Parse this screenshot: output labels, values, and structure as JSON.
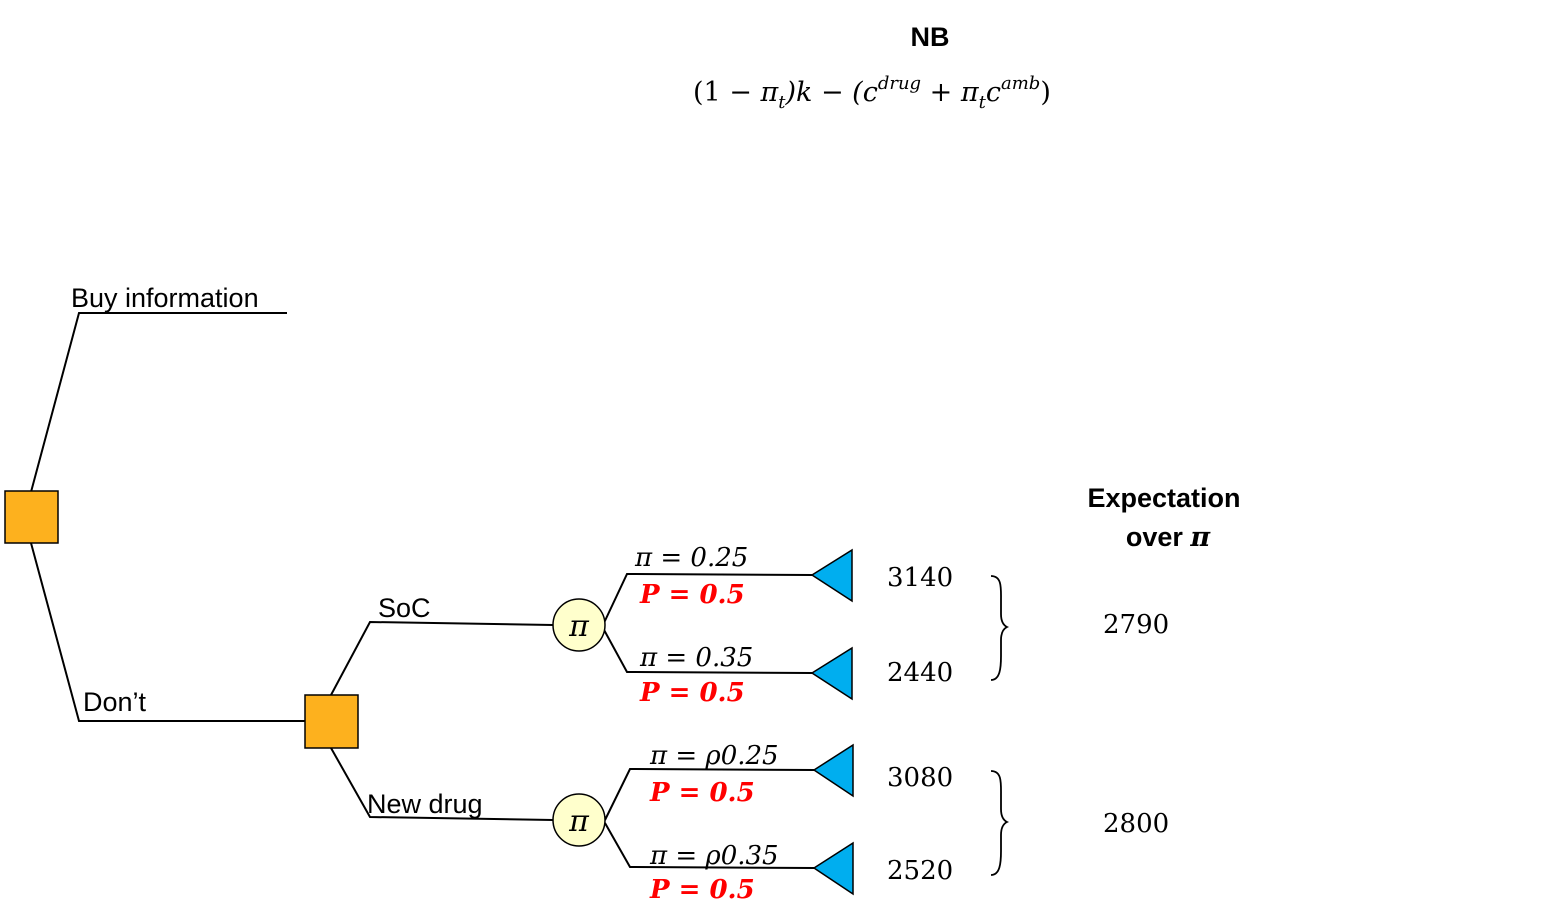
{
  "header": {
    "nb_title": "NB",
    "formula": {
      "open": "(1 − ",
      "pi": "π",
      "sub_t": "t",
      "mid": ")k − (c",
      "sup_drug": "drug",
      "plus": " + ",
      "pi2": "π",
      "sub_t2": "t",
      "c2": "c",
      "sup_amb": "amb",
      "close": ")"
    }
  },
  "expectation_header": {
    "line1": "Expectation",
    "line2_prefix": "over ",
    "line2_symbol": "π"
  },
  "root": {
    "branches": [
      {
        "label": "Buy information"
      },
      {
        "label": "Don’t"
      }
    ]
  },
  "decision": {
    "branches": [
      {
        "label": "SoC",
        "chance_symbol": "π",
        "expectation": "2790",
        "outcomes": [
          {
            "pi_label": "π = 0.25",
            "prob_label": "P = 0.5",
            "value": "3140"
          },
          {
            "pi_label": "π = 0.35",
            "prob_label": "P = 0.5",
            "value": "2440"
          }
        ]
      },
      {
        "label": "New drug",
        "chance_symbol": "π",
        "expectation": "2800",
        "outcomes": [
          {
            "pi_label": "π = ρ0.25",
            "prob_label": "P = 0.5",
            "value": "3080"
          },
          {
            "pi_label": "π = ρ0.35",
            "prob_label": "P = 0.5",
            "value": "2520"
          }
        ]
      }
    ]
  },
  "colors": {
    "decision_node": "#FDB11E",
    "chance_node": "#FFFFCC",
    "terminal_node": "#00AEEF",
    "probability_text": "#FF0000",
    "line": "#000000"
  }
}
